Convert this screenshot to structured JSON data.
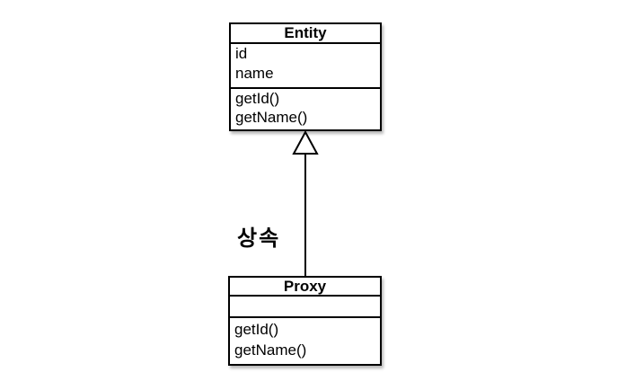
{
  "diagram": {
    "classes": [
      {
        "name": "Entity",
        "attributes": [
          "id",
          "name"
        ],
        "methods": [
          "getId()",
          "getName()"
        ]
      },
      {
        "name": "Proxy",
        "attributes": [],
        "methods": [
          "getId()",
          "getName()"
        ]
      }
    ],
    "relationship": {
      "type": "generalization",
      "label": "상속",
      "from": "Proxy",
      "to": "Entity"
    },
    "colors": {
      "line": "#000000",
      "box_fill": "#ffffff",
      "background": "#ffffff"
    }
  }
}
